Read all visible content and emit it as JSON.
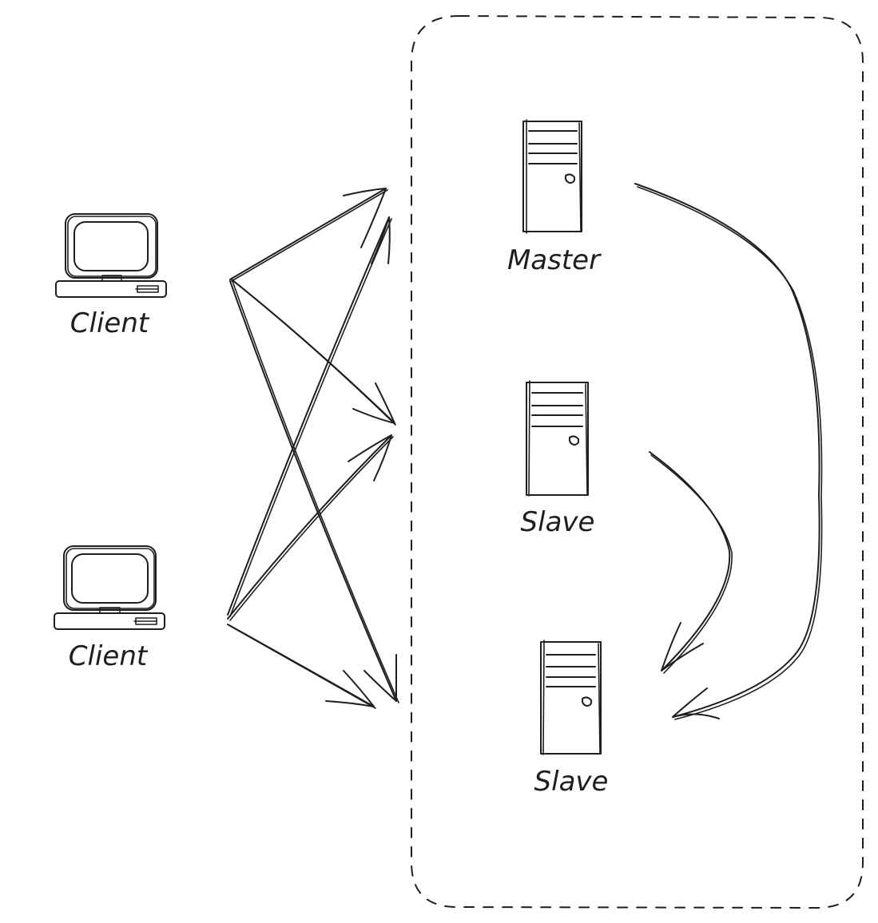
{
  "diagram": {
    "client_top_label": "Client",
    "client_bottom_label": "Client",
    "master_label": "Master",
    "slave_middle_label": "Slave",
    "slave_bottom_label": "Slave"
  },
  "icons": {
    "client": "laptop-icon",
    "server": "server-tower-icon"
  },
  "colors": {
    "stroke": "#1e1e1e",
    "background": "#ffffff"
  }
}
